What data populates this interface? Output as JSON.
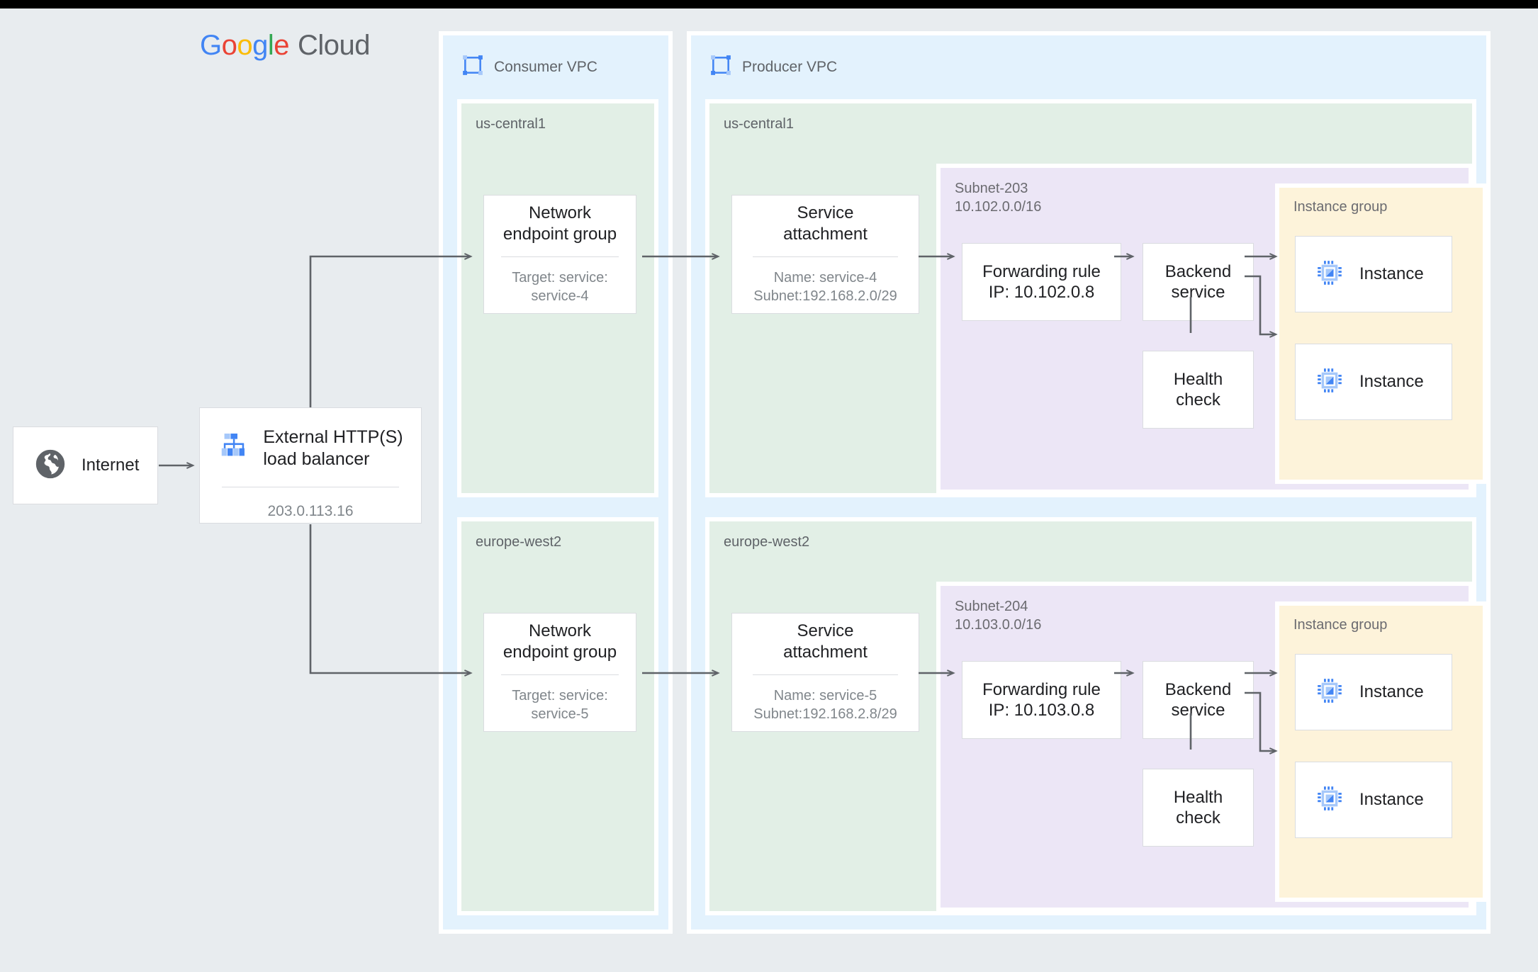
{
  "brand": {
    "google": [
      "G",
      "o",
      "o",
      "g",
      "l",
      "e"
    ],
    "cloud": "Cloud"
  },
  "internet": {
    "label": "Internet",
    "icon": "globe-icon"
  },
  "load_balancer": {
    "label": "External HTTP(S)\nload balancer",
    "ip": "203.0.113.16",
    "icon": "load-balancer-icon"
  },
  "consumer_vpc": {
    "title": "Consumer VPC",
    "icon": "vpc-network-icon",
    "regions": [
      {
        "name": "us-central1",
        "neg": {
          "title": "Network\nendpoint group",
          "sub": "Target: service:\nservice-4"
        }
      },
      {
        "name": "europe-west2",
        "neg": {
          "title": "Network\nendpoint group",
          "sub": "Target: service:\nservice-5"
        }
      }
    ]
  },
  "producer_vpc": {
    "title": "Producer VPC",
    "icon": "vpc-network-icon",
    "regions": [
      {
        "name": "us-central1",
        "service_attachment": {
          "title": "Service\nattachment",
          "sub": "Name: service-4\nSubnet:192.168.2.0/29"
        },
        "subnet": {
          "name": "Subnet-203",
          "cidr": "10.102.0.0/16",
          "forwarding_rule": "Forwarding rule\nIP: 10.102.0.8",
          "backend_service": "Backend\nservice",
          "health_check": "Health\ncheck",
          "instance_group": {
            "label": "Instance group",
            "instances": [
              {
                "label": "Instance",
                "icon": "compute-instance-icon"
              },
              {
                "label": "Instance",
                "icon": "compute-instance-icon"
              }
            ]
          }
        }
      },
      {
        "name": "europe-west2",
        "service_attachment": {
          "title": "Service\nattachment",
          "sub": "Name: service-5\nSubnet:192.168.2.8/29"
        },
        "subnet": {
          "name": "Subnet-204",
          "cidr": "10.103.0.0/16",
          "forwarding_rule": "Forwarding rule\nIP: 10.103.0.8",
          "backend_service": "Backend\nservice",
          "health_check": "Health\ncheck",
          "instance_group": {
            "label": "Instance group",
            "instances": [
              {
                "label": "Instance",
                "icon": "compute-instance-icon"
              },
              {
                "label": "Instance",
                "icon": "compute-instance-icon"
              }
            ]
          }
        }
      }
    ]
  },
  "colors": {
    "canvas": "#e8ecef",
    "vpc": "#e3f2fd",
    "region": "#e2efe6",
    "subnet": "#ece6f6",
    "instance_group": "#fdf3da",
    "card_border": "#dadce0",
    "connector": "#5f6368",
    "accent_blue": "#4285F4",
    "text_primary": "#202124",
    "text_muted": "#80868b"
  }
}
